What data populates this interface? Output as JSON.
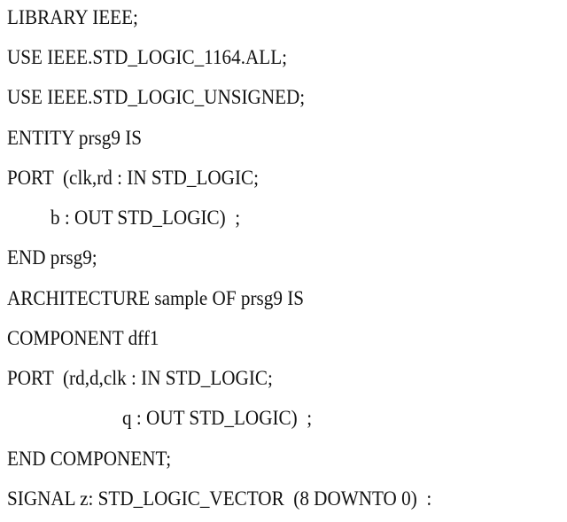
{
  "document": {
    "lines": [
      {
        "text": "LIBRARY IEEE;"
      },
      {
        "text": "USE IEEE.STD_LOGIC_1164.ALL;"
      },
      {
        "text": "USE IEEE.STD_LOGIC_UNSIGNED;"
      },
      {
        "text": "ENTITY prsg9 IS"
      },
      {
        "text": "PORT  (clk,rd : IN STD_LOGIC;"
      },
      {
        "text": "b : OUT STD_LOGIC)  ;"
      },
      {
        "text": "END prsg9;"
      },
      {
        "text": "ARCHITECTURE sample OF prsg9 IS"
      },
      {
        "text": "COMPONENT dff1"
      },
      {
        "text": "PORT  (rd,d,clk : IN STD_LOGIC;"
      },
      {
        "text": "q : OUT STD_LOGIC)  ;"
      },
      {
        "text": "END COMPONENT;"
      },
      {
        "text": "SIGNAL z: STD_LOGIC_VECTOR  (8 DOWNTO 0)  :"
      }
    ]
  }
}
